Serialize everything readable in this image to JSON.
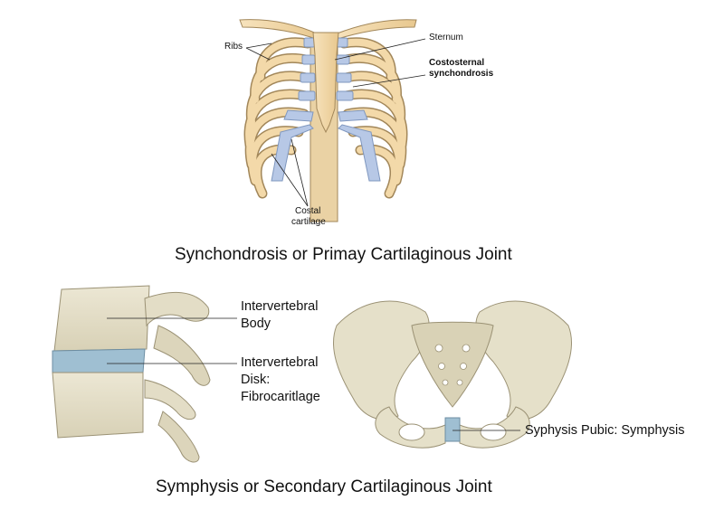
{
  "rib_cage": {
    "labels": {
      "ribs": "Ribs",
      "sternum": "Sternum",
      "costosternal": "Costosternal",
      "synchondrosis": "synchondrosis",
      "costal": "Costal",
      "cartilage": "cartilage"
    },
    "caption": "Synchondrosis or Primay Cartilaginous Joint"
  },
  "vertebra": {
    "labels": {
      "body_line1": "Intervertebral",
      "body_line2": "Body",
      "disk_line1": "Intervertebral",
      "disk_line2": "Disk:",
      "disk_line3": "Fibrocaritlage"
    }
  },
  "pelvis": {
    "labels": {
      "symphysis": "Syphysis Pubic: Symphysis"
    }
  },
  "bottom_caption": "Symphysis or Secondary Cartilaginous Joint",
  "colors": {
    "bone": "#f2d7a6",
    "bone_outline": "#a2875a",
    "cartilage": "#b7c8e6",
    "vertebra_bone": "#e7e2cd",
    "disk": "#9fbfd2",
    "leader": "#222222"
  }
}
